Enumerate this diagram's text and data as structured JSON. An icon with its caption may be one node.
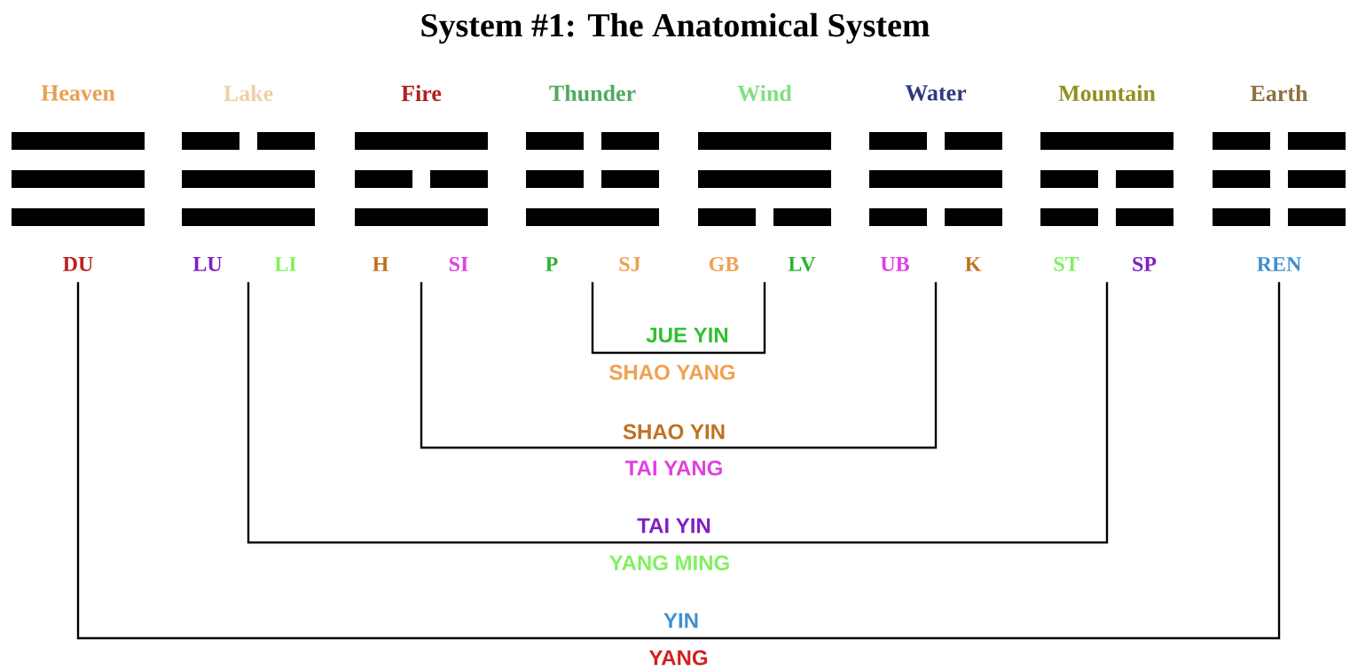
{
  "diagram": {
    "title": "System #1: The Anatomical System",
    "nodes": [
      {
        "text": [
          "Heaven",
          "DU"
        ]
      },
      {
        "text": [
          "Lake",
          "LU",
          "LI"
        ]
      },
      {
        "text": [
          "Fire",
          "H",
          "SI"
        ]
      },
      {
        "text": [
          "Thunder",
          "P",
          "SJ"
        ]
      },
      {
        "text": [
          "Wind",
          "GB",
          "LV"
        ]
      },
      {
        "text": [
          "Water",
          "UB",
          "K"
        ]
      },
      {
        "text": [
          "Mountain",
          "ST",
          "SP"
        ]
      },
      {
        "text": [
          "Earth",
          "REN"
        ]
      }
    ],
    "edges": [
      {
        "from": 3,
        "to": 4,
        "arrow": "none"
      },
      {
        "from": 2,
        "to": 5,
        "arrow": "none"
      },
      {
        "from": 1,
        "to": 6,
        "arrow": "none"
      },
      {
        "from": 0,
        "to": 7,
        "arrow": "none"
      }
    ],
    "labels": [
      "JUE YIN",
      "SHAO YANG",
      "SHAO YIN",
      "TAI YANG",
      "TAI YIN",
      "YANG MING",
      "YIN",
      "YANG"
    ]
  }
}
